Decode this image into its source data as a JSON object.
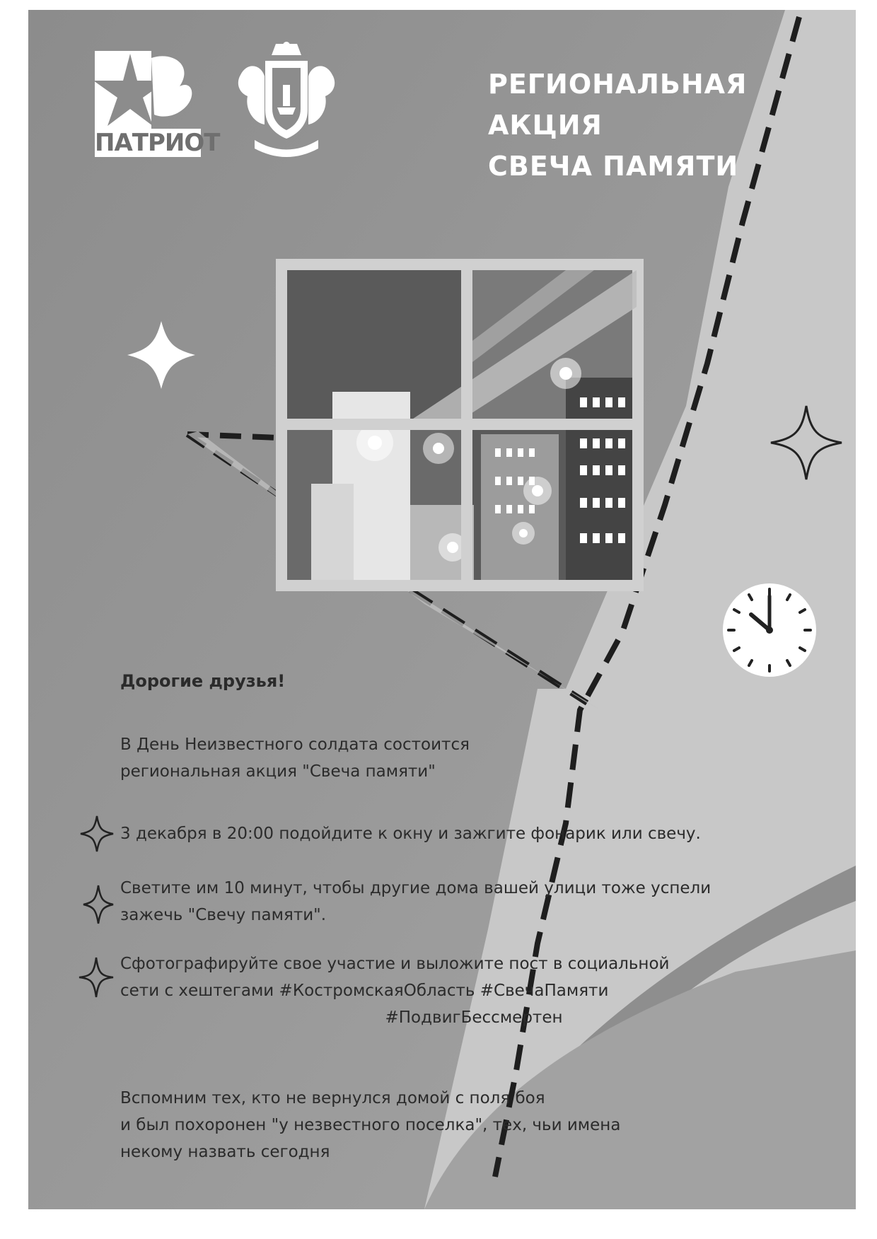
{
  "logos": {
    "patriot_text": "ПАТРИОТ",
    "coat_of_arms_icon": "kostroma-coat-of-arms"
  },
  "header": {
    "title_line1": "РЕГИОНАЛЬНАЯ АКЦИЯ",
    "title_line2": "СВЕЧА ПАМЯТИ"
  },
  "body": {
    "greeting": "Дорогие друзья!",
    "intro_line1": "В День Неизвестного солдата состоится",
    "intro_line2": "региональная акция \"Свеча памяти\"",
    "step1": "3 декабря в 20:00 подойдите к окну и зажгите фонарик или свечу.",
    "step2_line1": "Светите им 10 минут, чтобы другие дома вашей улици тоже успели",
    "step2_line2": "зажечь \"Свечу памяти\".",
    "step3_line1": "Сфотографируйте свое участие и выложите пост в социальной",
    "step3_line2": "сети с хештегами #КостромскаяОбласть #СвечаПамяти",
    "step3_line3": "#ПодвигБессмертен",
    "closing_line1": "Вспомним тех, кто не вернулся домой с поля боя",
    "closing_line2": "и был похоронен \"у незвестного поселка\", тех, чьи имена",
    "closing_line3": "некому назвать сегодня"
  },
  "illustration": {
    "window_icon": "window-with-night-city-icon",
    "clock_icon": "clock-icon",
    "star_icon": "four-point-star-icon",
    "bullet_icon": "diamond-outline-icon"
  },
  "colors": {
    "background_gray": "#9a9a9a",
    "light_gray": "#c9c9c9",
    "white": "#ffffff",
    "dark_dash": "#222222"
  }
}
